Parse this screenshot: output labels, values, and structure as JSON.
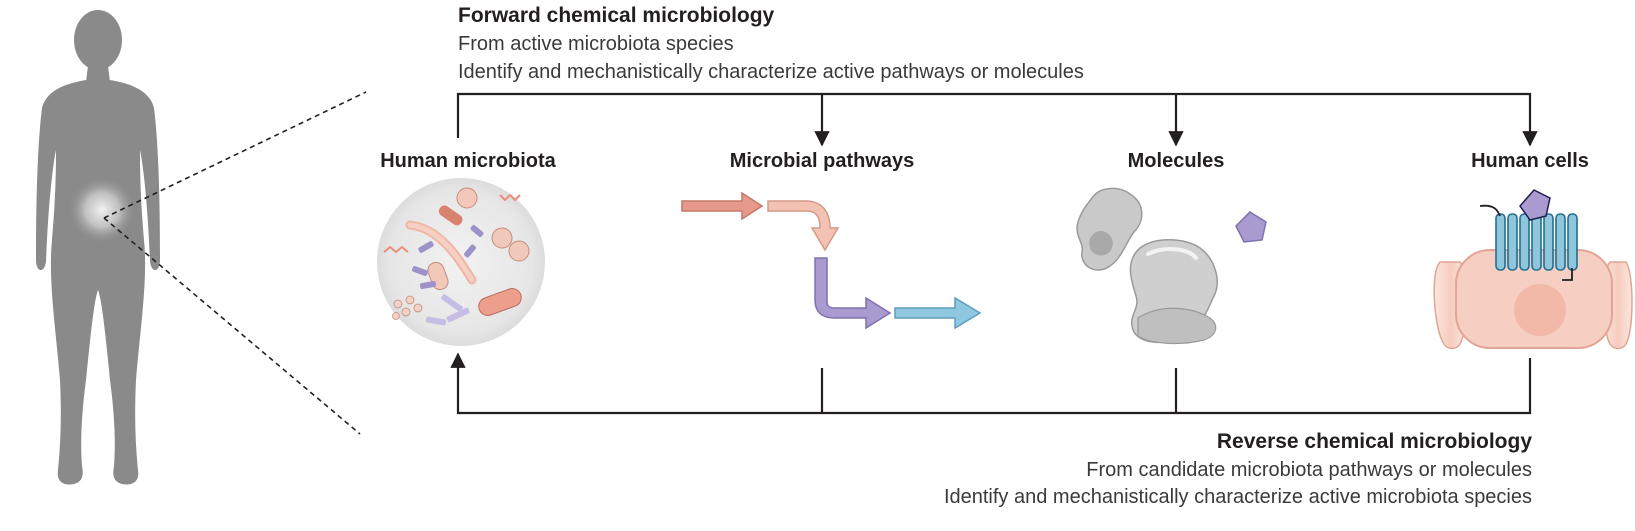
{
  "forward": {
    "title": "Forward chemical microbiology",
    "line1": "From active microbiota species",
    "line2": "Identify and mechanistically characterize active pathways or molecules"
  },
  "reverse": {
    "title": "Reverse chemical microbiology",
    "line1": "From candidate microbiota pathways or molecules",
    "line2": "Identify and mechanistically characterize active microbiota species"
  },
  "nodes": {
    "microbiota": "Human microbiota",
    "pathways": "Microbial pathways",
    "molecules": "Molecules",
    "cells": "Human cells"
  },
  "colors": {
    "silhouette": "#8a8a8a",
    "line": "#231f20",
    "arrow_red": "#e79a8c",
    "arrow_peach": "#f3c2b2",
    "arrow_purple": "#a99bd0",
    "arrow_blue": "#8ec7df",
    "cell": "#f6cfc2",
    "receptor": "#8fc6dc",
    "ligand": "#a49ad0",
    "protein": "#c9c9c9"
  }
}
